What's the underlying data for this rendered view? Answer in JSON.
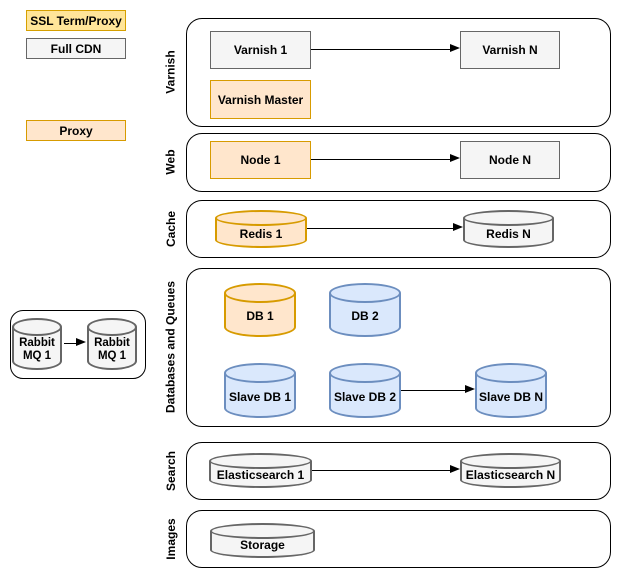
{
  "legend": {
    "ssl": "SSL Term/Proxy",
    "cdn": "Full CDN",
    "proxy": "Proxy"
  },
  "rabbit": {
    "nodes": [
      {
        "label": "Rabbit MQ 1"
      },
      {
        "label": "Rabbit MQ 1"
      }
    ]
  },
  "sections": [
    {
      "label": "Varnish",
      "nodes": [
        {
          "label": "Varnish 1"
        },
        {
          "label": "Varnish N"
        },
        {
          "label": "Varnish Master"
        }
      ]
    },
    {
      "label": "Web",
      "nodes": [
        {
          "label": "Node 1"
        },
        {
          "label": "Node N"
        }
      ]
    },
    {
      "label": "Cache",
      "nodes": [
        {
          "label": "Redis 1"
        },
        {
          "label": "Redis N"
        }
      ]
    },
    {
      "label": "Databases and Queues",
      "nodes": [
        {
          "label": "DB 1"
        },
        {
          "label": "DB 2"
        },
        {
          "label": "Slave DB 1"
        },
        {
          "label": "Slave DB 2"
        },
        {
          "label": "Slave DB N"
        }
      ]
    },
    {
      "label": "Search",
      "nodes": [
        {
          "label": "Elasticsearch 1"
        },
        {
          "label": "Elasticsearch N"
        }
      ]
    },
    {
      "label": "Images",
      "nodes": [
        {
          "label": "Storage"
        }
      ]
    }
  ],
  "colors": {
    "orange_fill": "#ffe6cc",
    "orange_stroke": "#d79b00",
    "yellow_fill": "#ffe599",
    "yellow_stroke": "#d6a000",
    "blue_fill": "#dae8fc",
    "blue_stroke": "#6c8ebf",
    "gray_fill": "#f5f5f5",
    "gray_stroke": "#666666",
    "container_stroke": "#000000",
    "arrow": "#000000"
  }
}
